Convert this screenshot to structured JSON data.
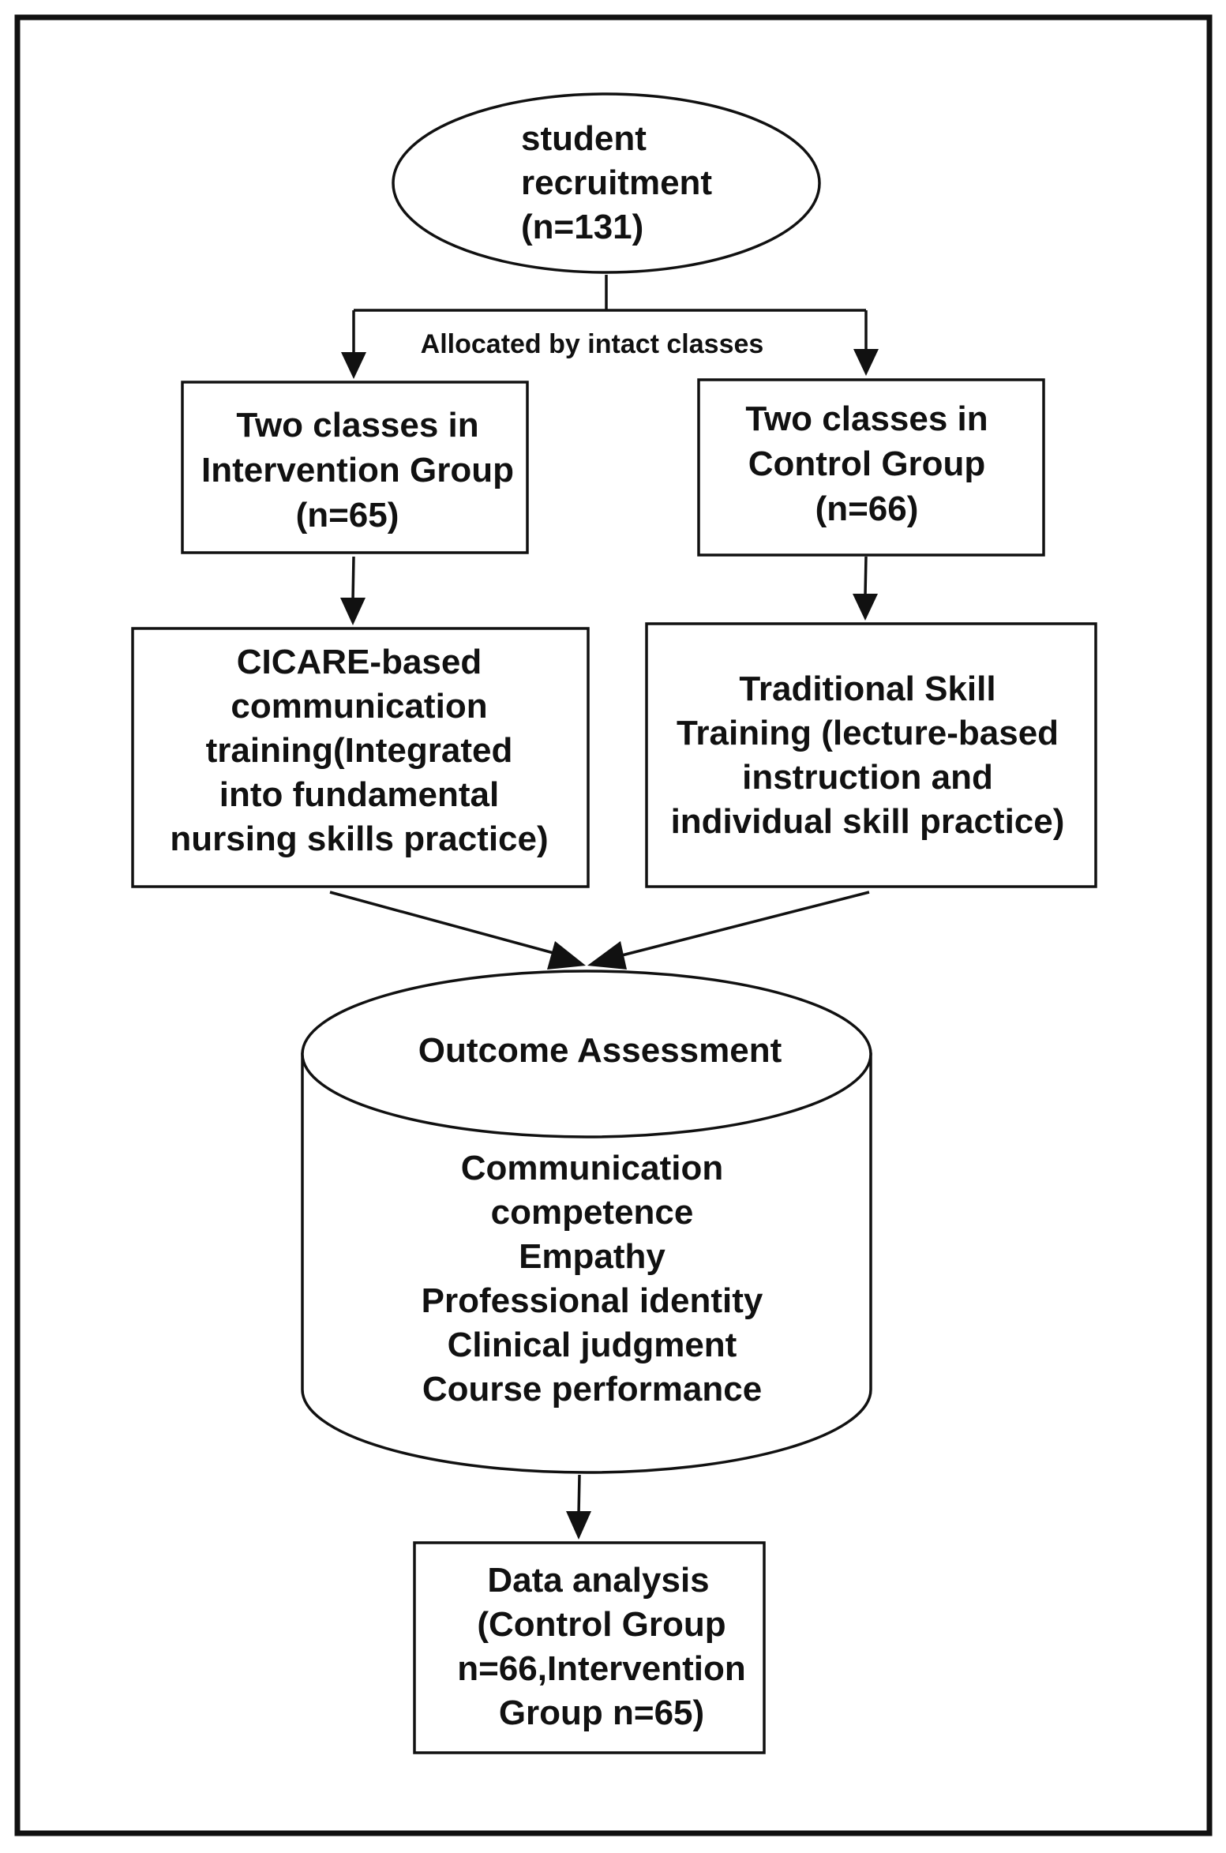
{
  "nodes": {
    "recruitment": {
      "lines": [
        "student",
        "recruitment",
        "(n=131)"
      ]
    },
    "allocation_label": "Allocated by intact classes",
    "intervention_group": {
      "lines": [
        "Two classes in",
        "Intervention Group",
        "(n=65)"
      ]
    },
    "control_group": {
      "lines": [
        "Two classes in",
        "Control Group",
        "(n=66)"
      ]
    },
    "intervention_training": {
      "lines": [
        "CICARE-based",
        "communication",
        "training(Integrated",
        "into fundamental",
        "nursing skills practice)"
      ]
    },
    "control_training": {
      "lines": [
        "Traditional Skill",
        "Training (lecture-based",
        "instruction and",
        "individual skill practice)"
      ]
    },
    "outcome_assessment": {
      "title": "Outcome Assessment",
      "items": [
        "Communication",
        "competence",
        "Empathy",
        "Professional identity",
        "Clinical judgment",
        "Course performance"
      ]
    },
    "data_analysis": {
      "lines": [
        "Data analysis",
        "(Control Group",
        "n=66,Intervention",
        "Group n=65)"
      ]
    }
  },
  "colors": {
    "stroke": "#111111",
    "fill": "#ffffff"
  }
}
